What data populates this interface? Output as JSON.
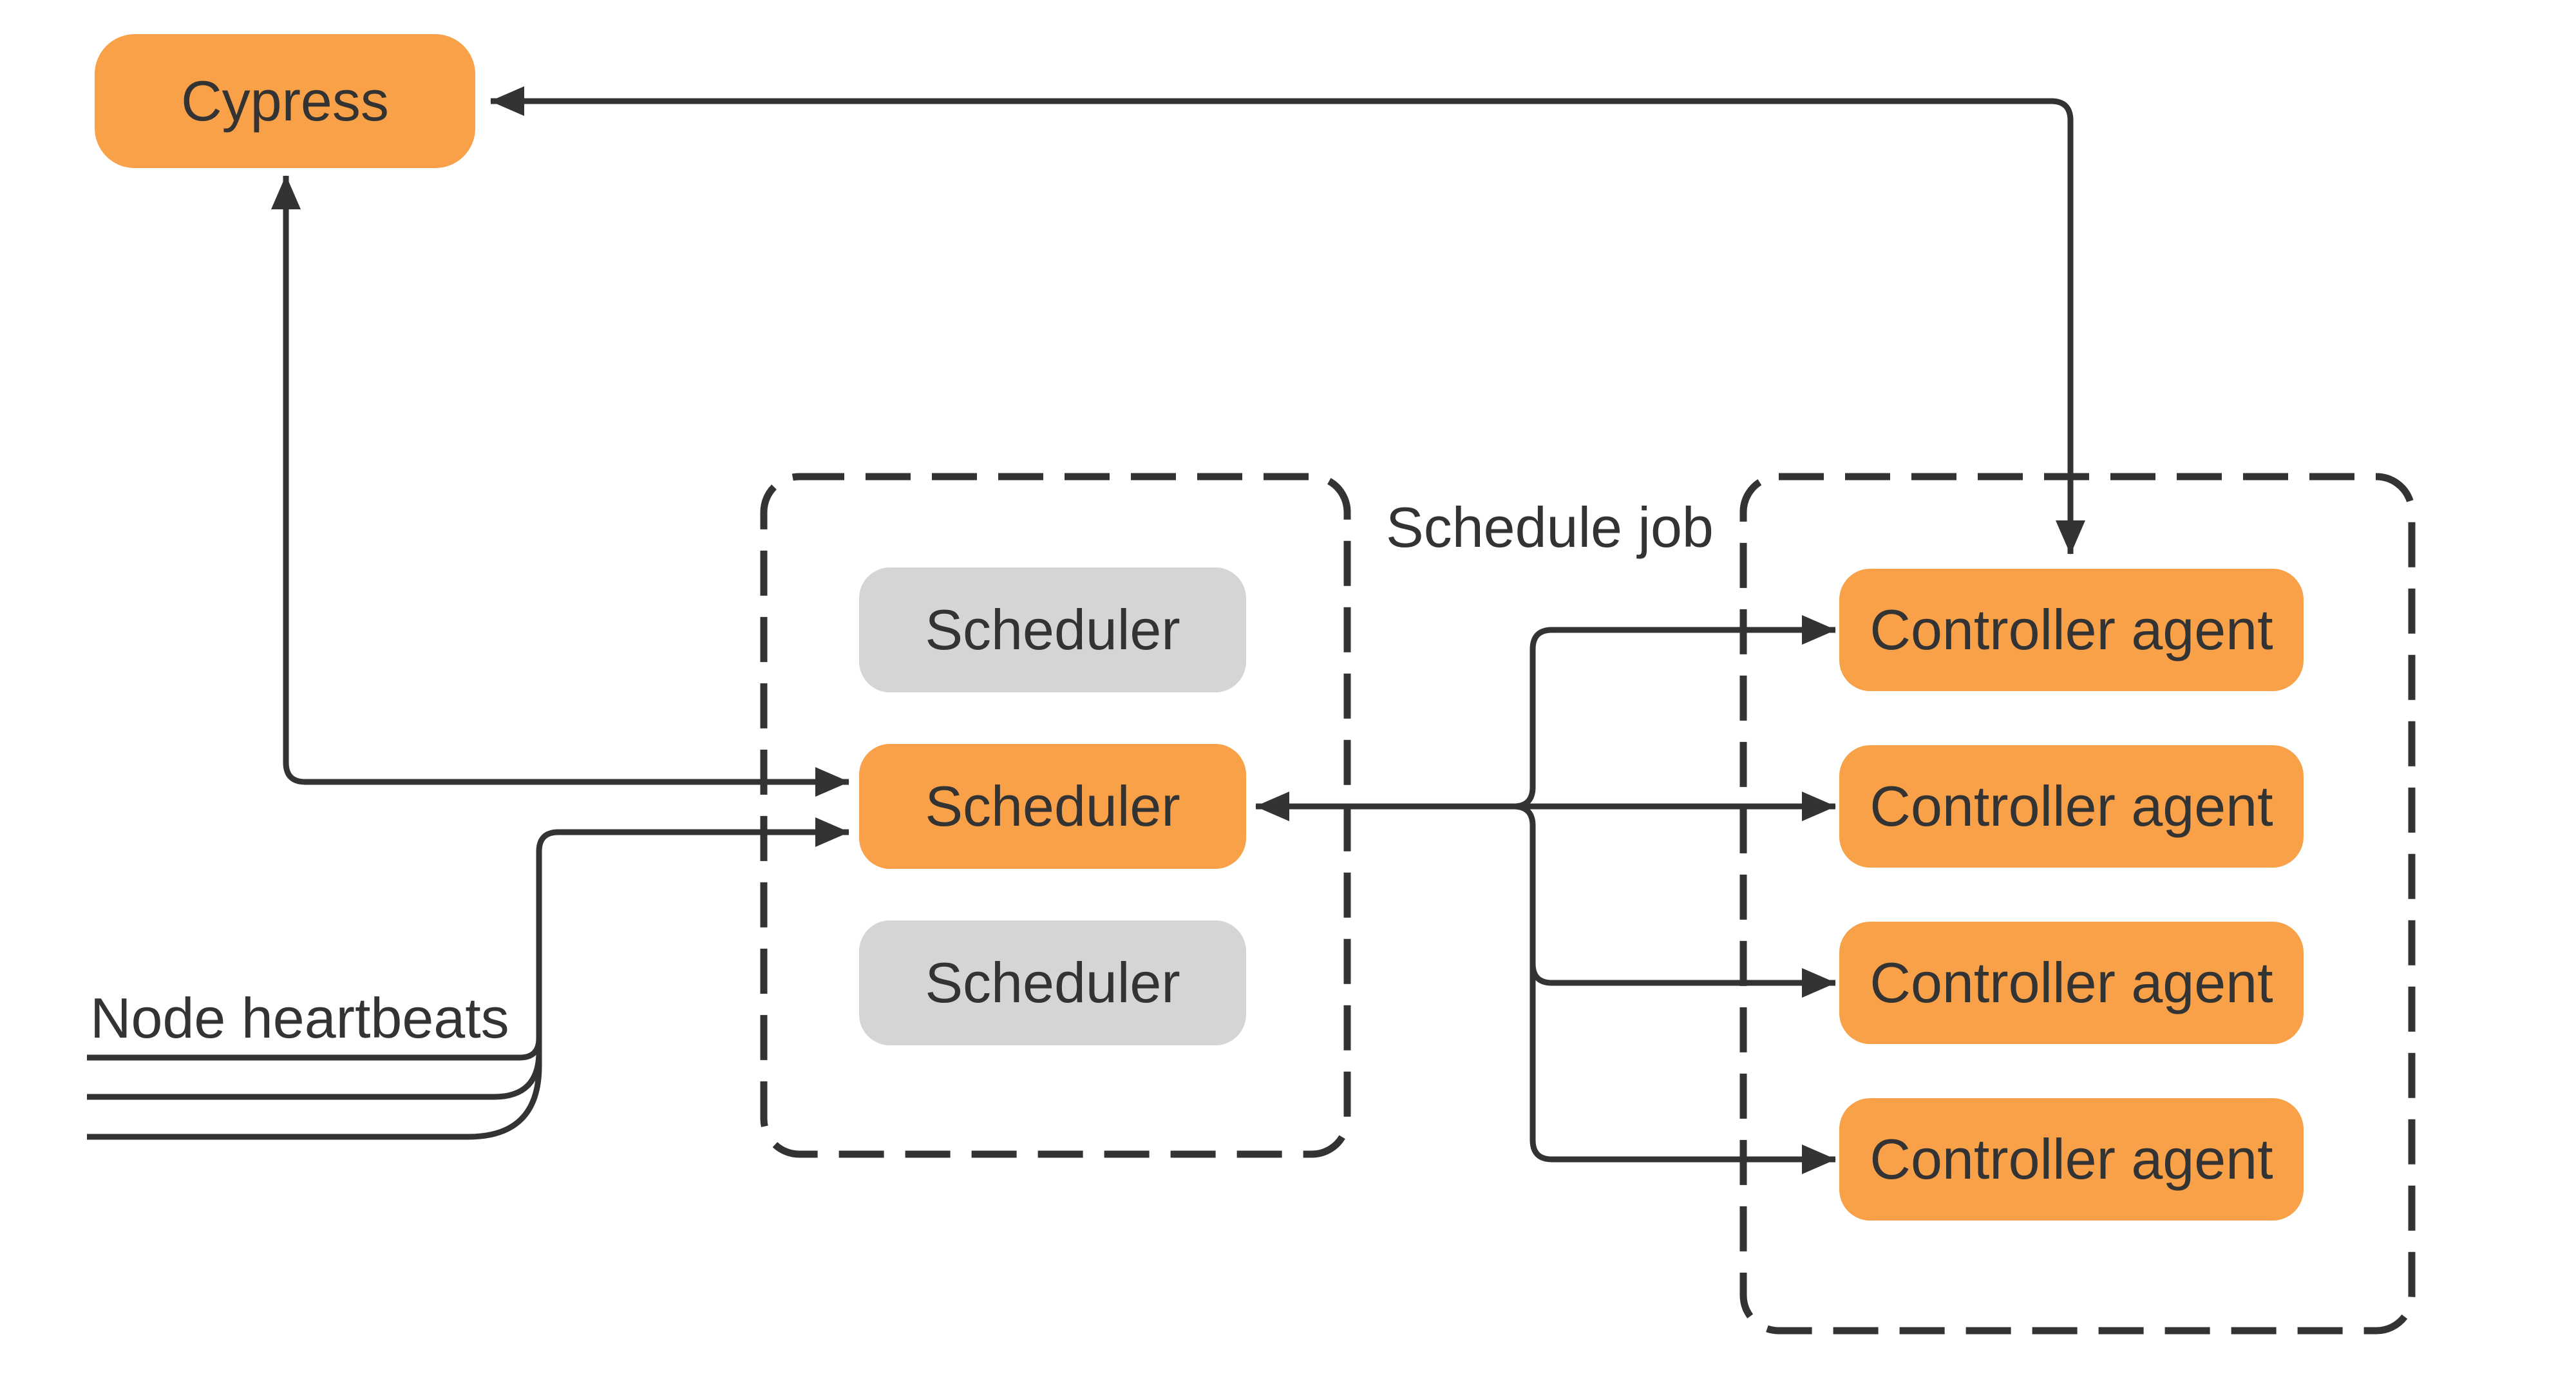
{
  "diagram": {
    "nodes": {
      "cypress": {
        "label": "Cypress",
        "state": "active"
      },
      "scheduler_cluster": {
        "items": [
          {
            "label": "Scheduler",
            "state": "standby"
          },
          {
            "label": "Scheduler",
            "state": "active"
          },
          {
            "label": "Scheduler",
            "state": "standby"
          }
        ]
      },
      "controller_cluster": {
        "items": [
          {
            "label": "Controller agent"
          },
          {
            "label": "Controller agent"
          },
          {
            "label": "Controller agent"
          },
          {
            "label": "Controller agent"
          }
        ]
      }
    },
    "edge_labels": {
      "schedule_job": "Schedule job",
      "node_heartbeats": "Node heartbeats"
    },
    "colors": {
      "active_orange": "#F8A148",
      "standby_gray": "#D5D5D5",
      "connector_dark": "#333333",
      "text_dark": "#333333",
      "background": "#FFFFFF"
    }
  }
}
